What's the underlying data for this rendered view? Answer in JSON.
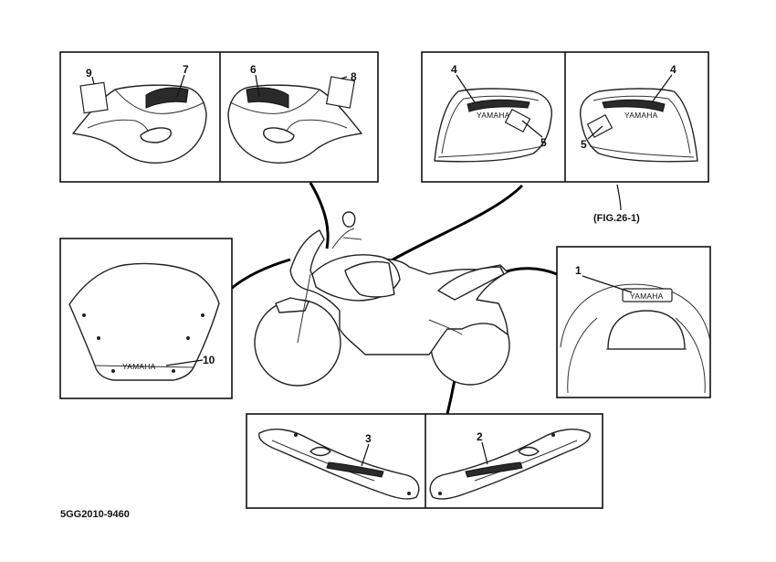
{
  "figure_ref": "(FIG.26-1)",
  "drawing_code": "5GG2010-9460",
  "brand_text": "YAMAHA",
  "callouts": {
    "c1": "1",
    "c2": "2",
    "c3": "3",
    "c4a": "4",
    "c4b": "4",
    "c5a": "5",
    "c5b": "5",
    "c6": "6",
    "c7": "7",
    "c8": "8",
    "c9": "9",
    "c10": "10"
  }
}
